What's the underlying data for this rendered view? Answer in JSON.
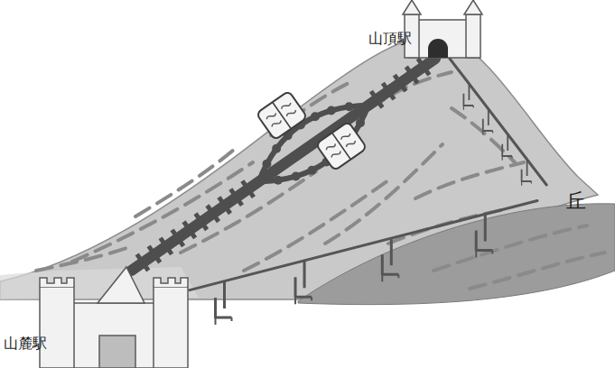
{
  "diagram": {
    "nodes": [
      {
        "text": [
          "山頂駅"
        ]
      },
      {
        "text": [
          "丘"
        ]
      },
      {
        "text": [
          "山麓駅"
        ]
      }
    ],
    "edges": [
      {
        "from": 2,
        "to": 0,
        "arrow": "none"
      },
      {
        "from": 2,
        "to": 1,
        "arrow": "none"
      },
      {
        "from": 1,
        "to": 0,
        "arrow": "none"
      }
    ]
  }
}
